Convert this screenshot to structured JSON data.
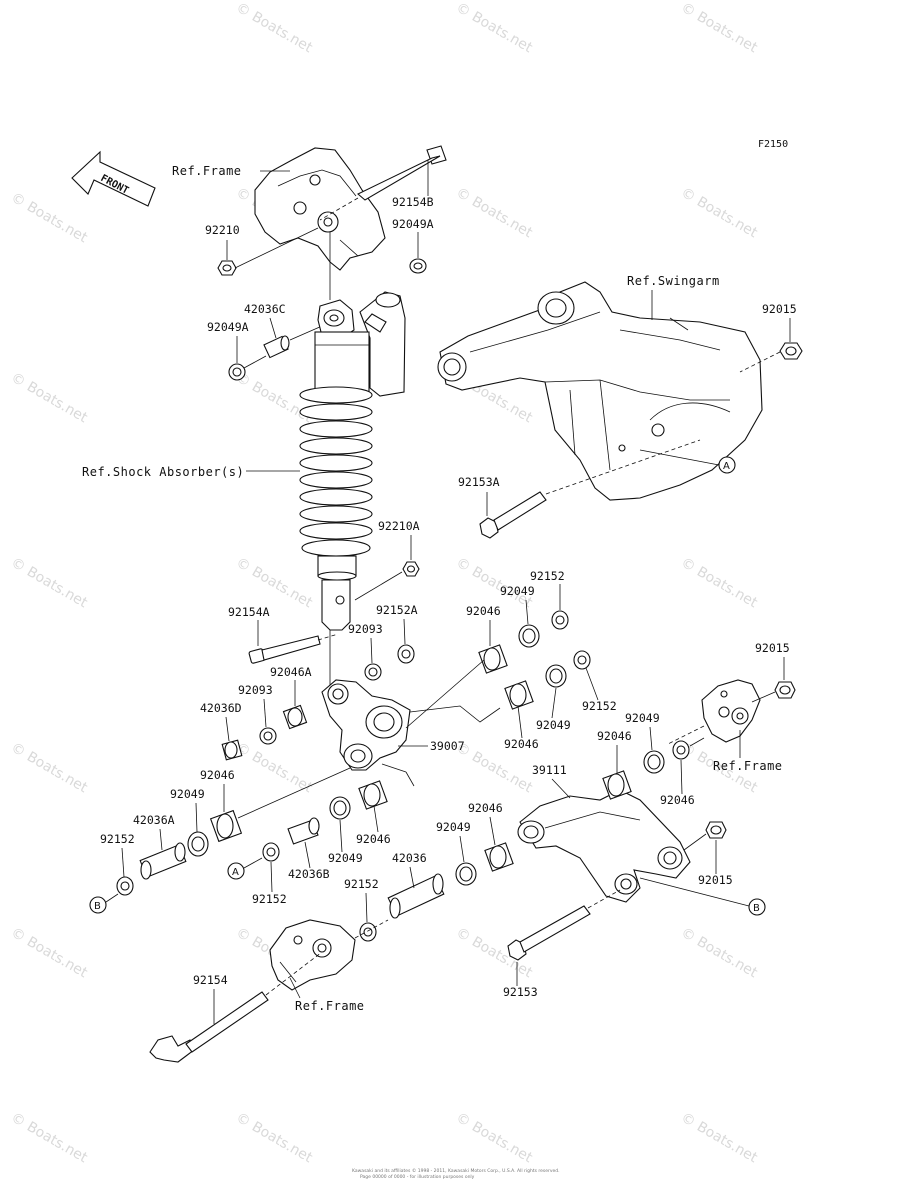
{
  "figure_code": "F2150",
  "front_label": "FRONT",
  "watermarks": [
    "© Boats.net"
  ],
  "footer": {
    "line1": "Kawasaki and its affiliates © 1998 - 2011, Kawasaki Motors Corp., U.S.A. All rights reserved.",
    "line2": "Page 00000 of 0000 - for illustration purposes only"
  },
  "refs": {
    "frame_top": "Ref.Frame",
    "swingarm": "Ref.Swingarm",
    "shock": "Ref.Shock Absorber(s)",
    "frame_right": "Ref.Frame",
    "frame_bottom": "Ref.Frame"
  },
  "callouts": {
    "A": "A",
    "B": "B"
  },
  "parts": [
    {
      "id": "p1",
      "number": "92154B"
    },
    {
      "id": "p2",
      "number": "92210"
    },
    {
      "id": "p3",
      "number": "92049A"
    },
    {
      "id": "p4",
      "number": "42036C"
    },
    {
      "id": "p5",
      "number": "92049A"
    },
    {
      "id": "p6",
      "number": "92015"
    },
    {
      "id": "p7",
      "number": "92153A"
    },
    {
      "id": "p8",
      "number": "92210A"
    },
    {
      "id": "p9",
      "number": "92152"
    },
    {
      "id": "p10",
      "number": "92049"
    },
    {
      "id": "p11",
      "number": "92154A"
    },
    {
      "id": "p12",
      "number": "92152A"
    },
    {
      "id": "p13",
      "number": "92093"
    },
    {
      "id": "p14",
      "number": "92046"
    },
    {
      "id": "p15",
      "number": "92015"
    },
    {
      "id": "p16",
      "number": "92046A"
    },
    {
      "id": "p17",
      "number": "92093"
    },
    {
      "id": "p18",
      "number": "42036D"
    },
    {
      "id": "p19",
      "number": "92152"
    },
    {
      "id": "p20",
      "number": "92049"
    },
    {
      "id": "p21",
      "number": "92046"
    },
    {
      "id": "p22",
      "number": "39007"
    },
    {
      "id": "p23",
      "number": "92049"
    },
    {
      "id": "p24",
      "number": "92046"
    },
    {
      "id": "p25",
      "number": "92046"
    },
    {
      "id": "p26",
      "number": "39111"
    },
    {
      "id": "p27",
      "number": "92049"
    },
    {
      "id": "p28",
      "number": "42036A"
    },
    {
      "id": "p29",
      "number": "92152"
    },
    {
      "id": "p30",
      "number": "92046"
    },
    {
      "id": "p31",
      "number": "92046"
    },
    {
      "id": "p32",
      "number": "92049"
    },
    {
      "id": "p33",
      "number": "92152"
    },
    {
      "id": "p34",
      "number": "42036B"
    },
    {
      "id": "p35",
      "number": "92049"
    },
    {
      "id": "p36",
      "number": "42036"
    },
    {
      "id": "p37",
      "number": "92015"
    },
    {
      "id": "p38",
      "number": "92152"
    },
    {
      "id": "p39",
      "number": "92154"
    },
    {
      "id": "p40",
      "number": "92153"
    }
  ]
}
